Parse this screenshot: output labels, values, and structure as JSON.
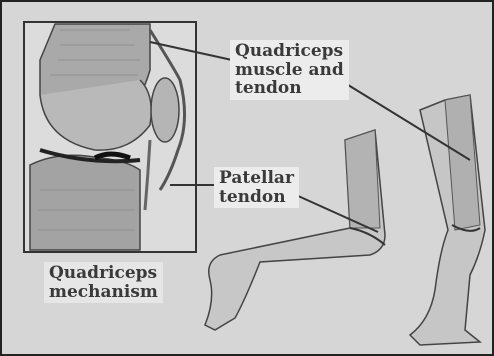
{
  "labels": {
    "quadriceps_muscle_tendon": [
      "Quadriceps",
      "muscle and",
      "tendon"
    ],
    "patellar_tendon": [
      "Patellar",
      "tendon"
    ],
    "quadriceps_mechanism": [
      "Quadriceps",
      "mechanism"
    ]
  },
  "colors": {
    "paper": "#d6d6d6",
    "label_bg": "#ececec",
    "ink": "#3a3a3a",
    "shading": "#9a9a9a"
  }
}
